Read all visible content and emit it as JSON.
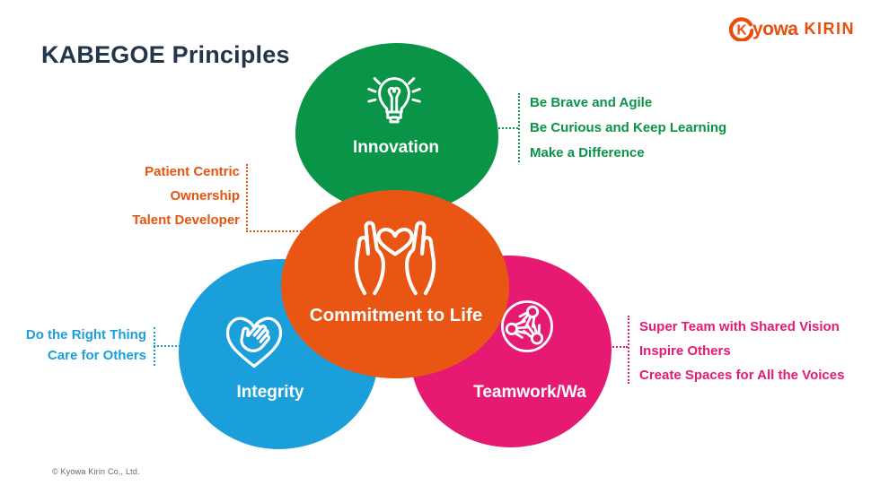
{
  "title": "KABEGOE Principles",
  "logo": {
    "initial": "K",
    "rest": "yowa",
    "second": "KIRIN",
    "color": "#E94E0D"
  },
  "principles": {
    "commitment": {
      "label": "Commitment to Life",
      "color": "#E95513",
      "icon": "hands-holding-heart-icon",
      "behaviors": [
        "Patient Centric",
        "Ownership",
        "Talent Developer"
      ]
    },
    "innovation": {
      "label": "Innovation",
      "color": "#0A9447",
      "icon": "lightbulb-icon",
      "behaviors": [
        "Be Brave and Agile",
        "Be Curious and Keep Learning",
        "Make a Difference"
      ]
    },
    "integrity": {
      "label": "Integrity",
      "color": "#1B9FDB",
      "icon": "hand-on-heart-icon",
      "behaviors": [
        "Do the Right Thing",
        "Care for Others"
      ]
    },
    "teamwork": {
      "label": "Teamwork/Wa",
      "color": "#E61A73",
      "icon": "three-hands-circle-icon",
      "behaviors": [
        "Super Team with Shared Vision",
        "Inspire Others",
        "Create Spaces for All the Voices"
      ]
    }
  },
  "footer": {
    "copyright": "© Kyowa Kirin Co., Ltd."
  }
}
